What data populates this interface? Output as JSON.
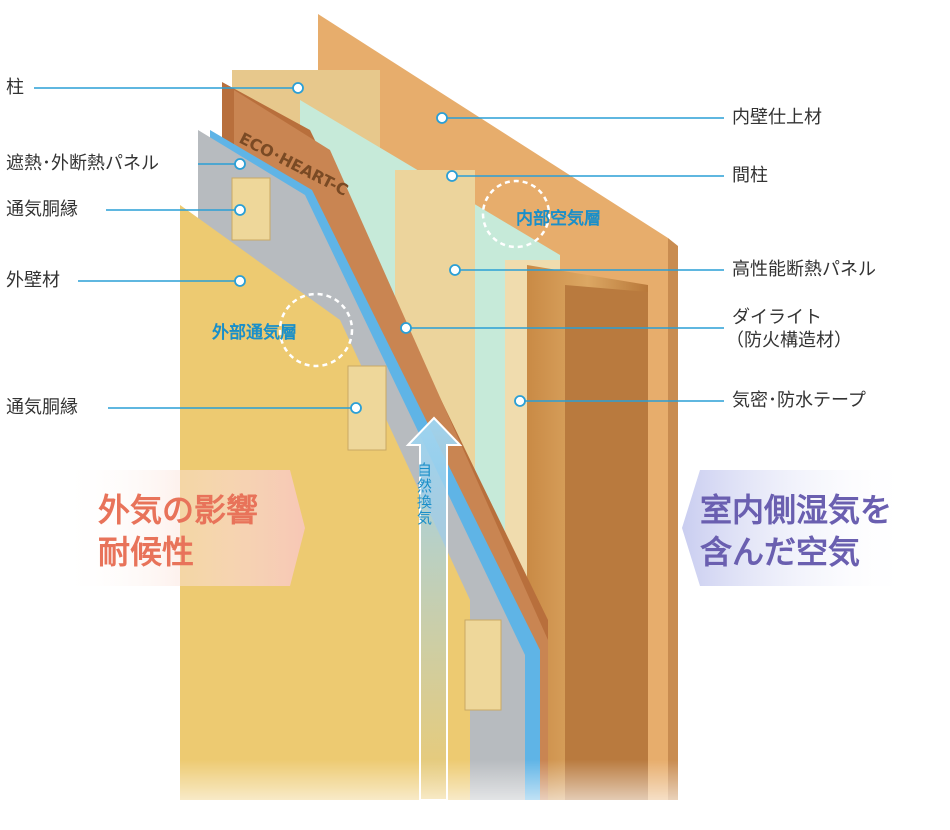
{
  "left_labels": [
    "柱",
    "遮熱･外断熱パネル",
    "通気胴縁",
    "外壁材",
    "通気胴縁"
  ],
  "right_labels": [
    "内壁仕上材",
    "間柱",
    "高性能断熱パネル",
    "ダイライト",
    "（防火構造材）",
    "気密･防水テープ"
  ],
  "tags": {
    "inner_air": "内部空気層",
    "outer_air": "外部通気層"
  },
  "arrow_text": "自然換気",
  "outside_text": [
    "外気の影響",
    "耐候性"
  ],
  "inside_text": [
    "室内側湿気を",
    "含んだ空気"
  ],
  "panel_brand": "ECO･HEART-C",
  "colors": {
    "line": "#2a9fd6",
    "outside_accent": "#e8735a",
    "inside_accent": "#6a5fb0",
    "plywood": "#e2a868",
    "wood": "#d69a52",
    "gray_panel": "#b9bdc0",
    "insulation": "#bfe6d8"
  }
}
